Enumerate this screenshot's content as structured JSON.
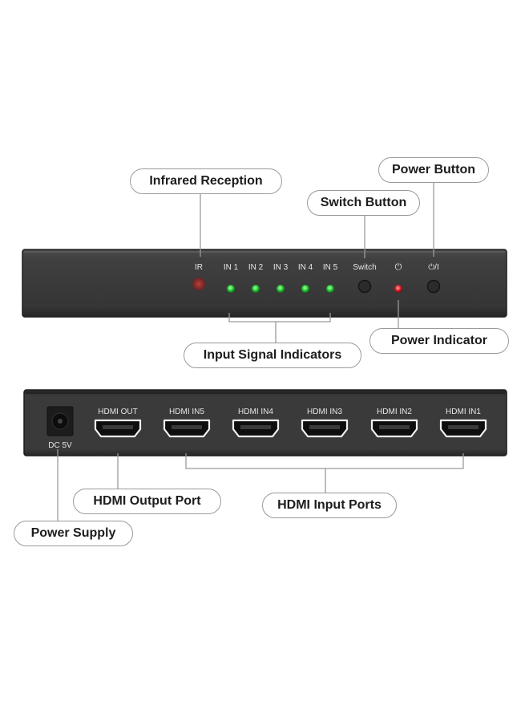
{
  "callouts": {
    "infrared_reception": "Infrared Reception",
    "power_button": "Power Button",
    "switch_button": "Switch Button",
    "power_indicator": "Power Indicator",
    "input_signal_indicators": "Input Signal Indicators",
    "hdmi_output_port": "HDMI Output Port",
    "hdmi_input_ports": "HDMI Input Ports",
    "power_supply": "Power Supply"
  },
  "front_panel": {
    "ir": "IR",
    "inputs": [
      "IN 1",
      "IN 2",
      "IN 3",
      "IN 4",
      "IN 5"
    ],
    "switch": "Switch",
    "power_symbol": "⏻",
    "power_button_symbol": "⏻/I"
  },
  "back_panel": {
    "dc": "DC 5V",
    "ports": [
      "HDMI OUT",
      "HDMI IN5",
      "HDMI IN4",
      "HDMI IN3",
      "HDMI IN2",
      "HDMI IN1"
    ]
  },
  "colors": {
    "panel": "#3b3b3c",
    "panel_edge": "#232324",
    "led_green": "#2ed33c",
    "led_red": "#e2262a",
    "ir_window": "#8c2a2a",
    "connector": "#9a9a9a"
  }
}
